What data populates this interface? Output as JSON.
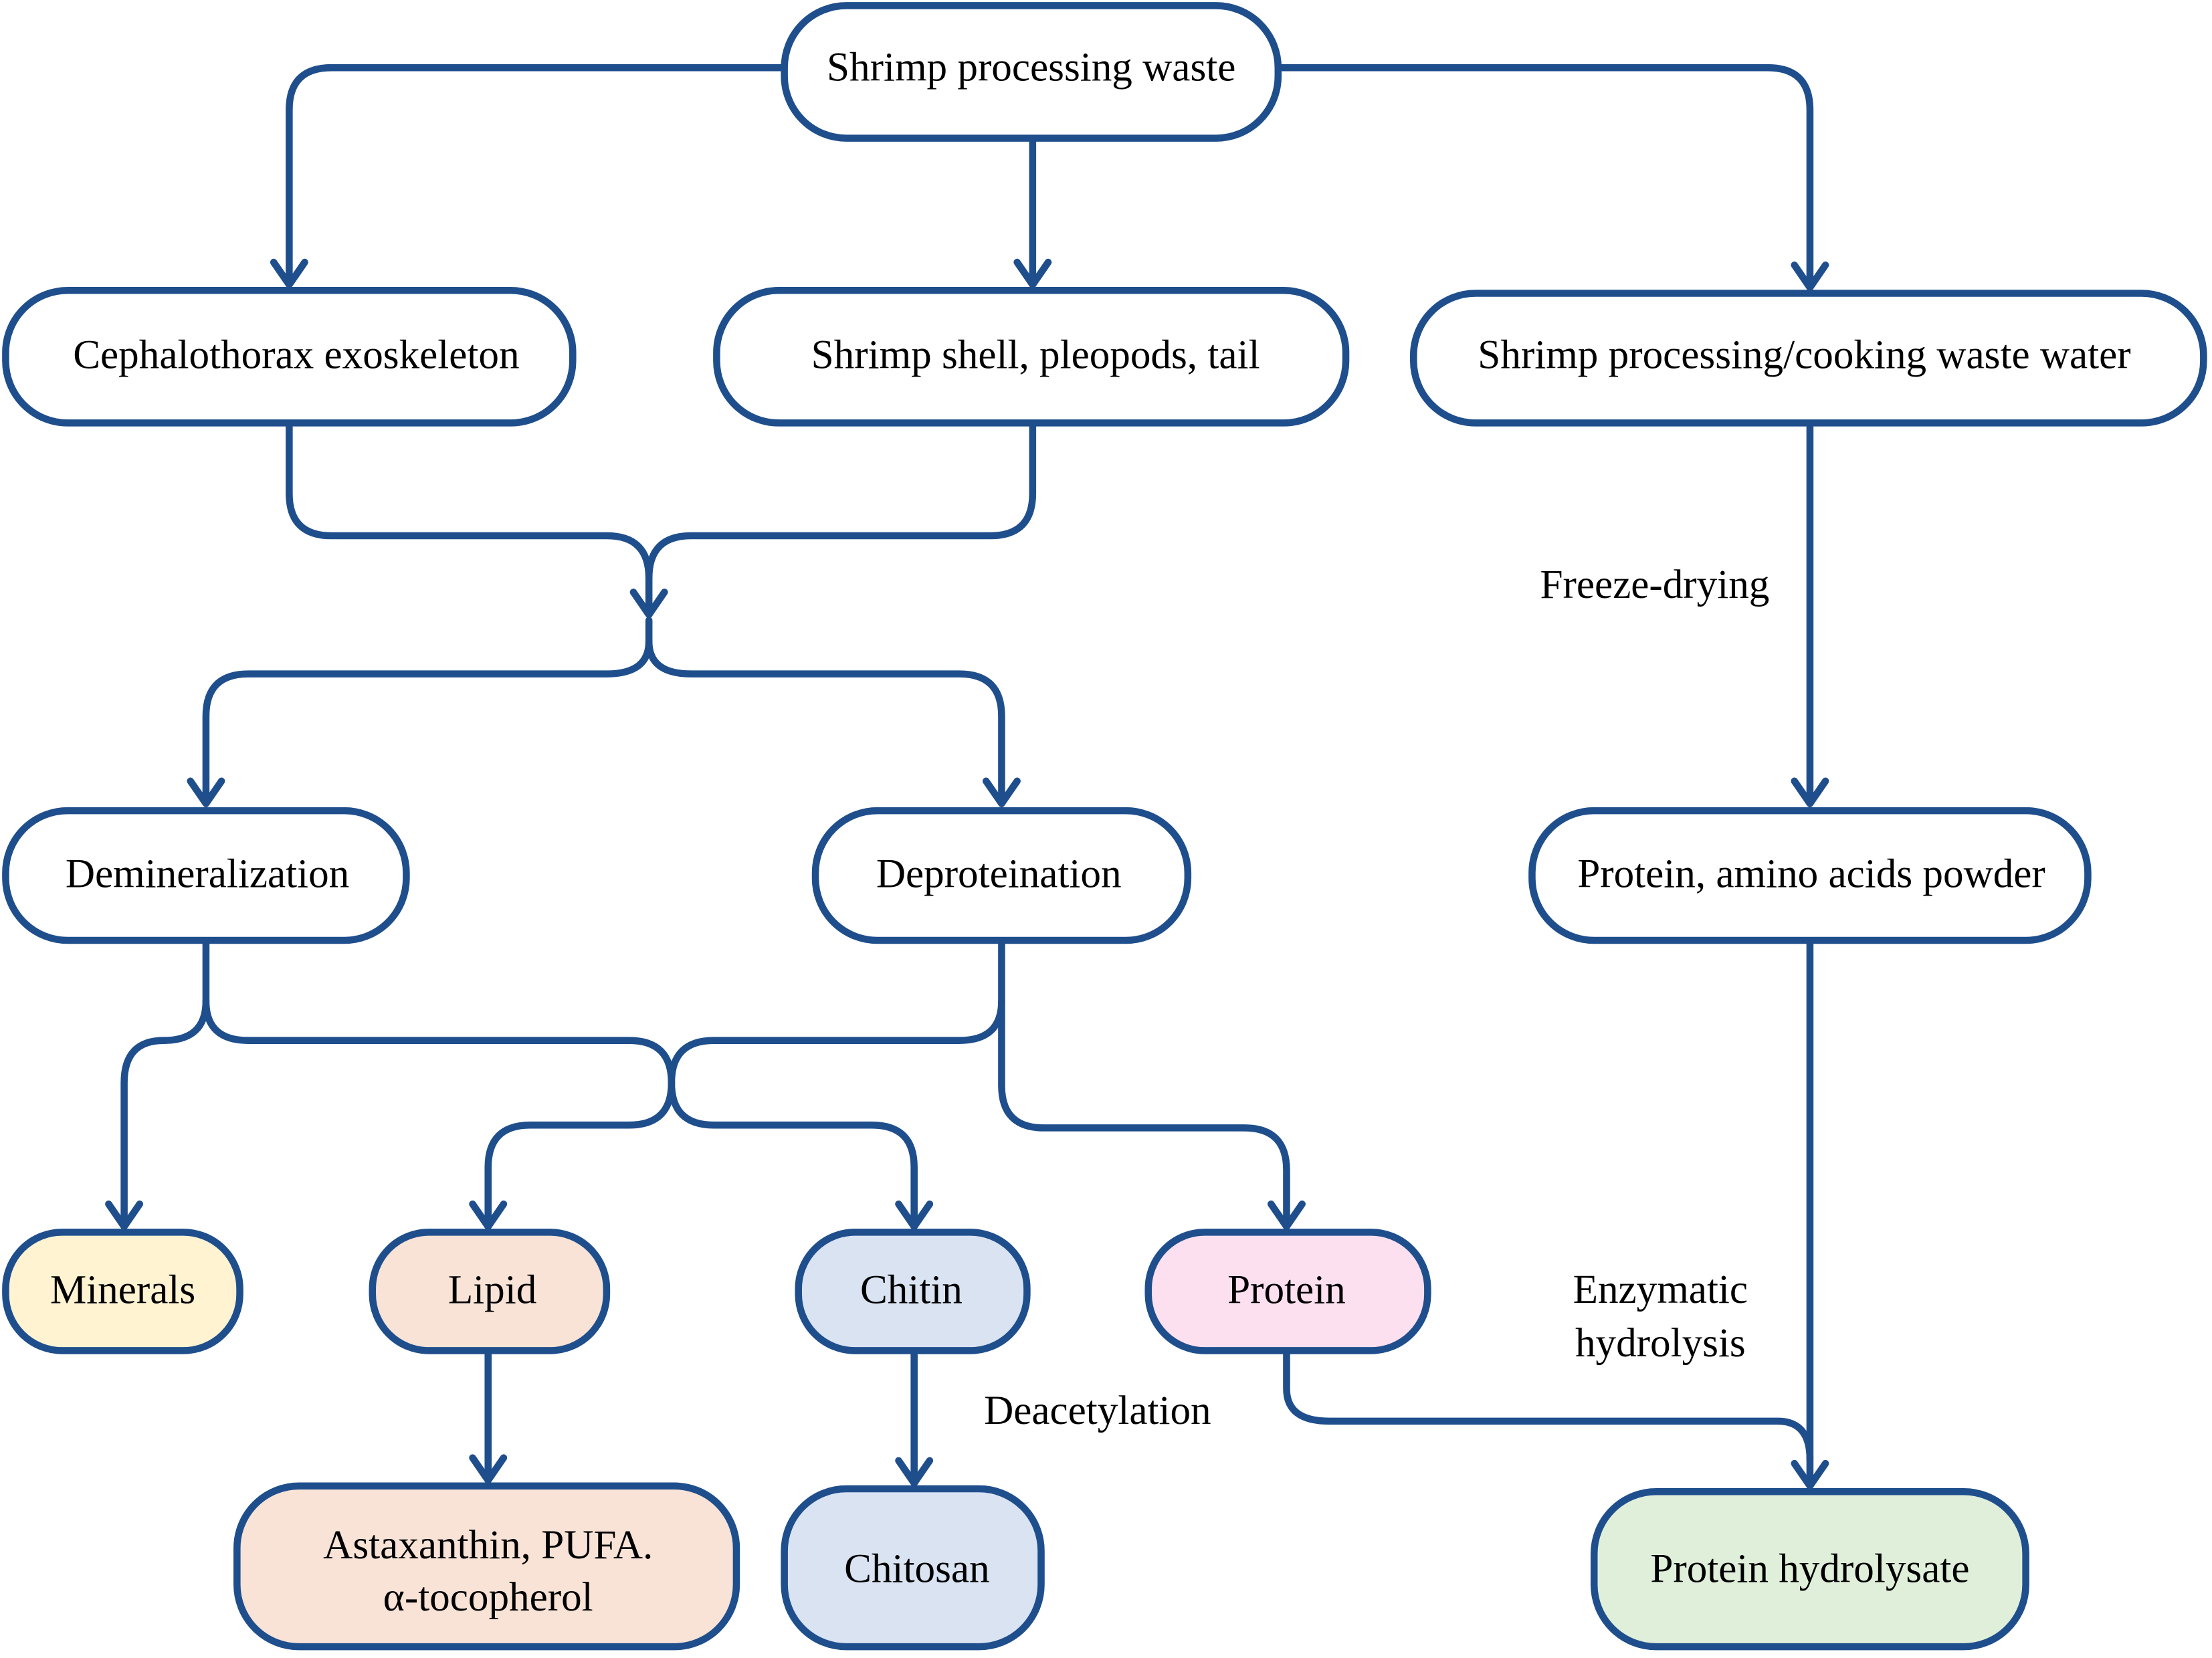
{
  "diagram": {
    "colors": {
      "stroke": "#1f4e8c",
      "default_fill": "#ffffff",
      "minerals_fill": "#fff3d1",
      "lipid_fill": "#f8e3d6",
      "chitin_fill": "#d9e3f2",
      "protein_fill": "#fde0f0",
      "hydrolysate_fill": "#e0efda"
    },
    "nodes": {
      "waste": "Shrimp processing waste",
      "cephalothorax": "Cephalothorax exoskeleton",
      "shell": "Shrimp shell, pleopods, tail",
      "waste_water": "Shrimp processing/cooking waste water",
      "demineralization": "Demineralization",
      "deproteination": "Deproteination",
      "powder": "Protein, amino acids powder",
      "minerals": "Minerals",
      "lipid": "Lipid",
      "chitin": "Chitin",
      "protein": "Protein",
      "astaxanthin_line1": "Astaxanthin, PUFA.",
      "astaxanthin_line2": "α-tocopherol",
      "chitosan": "Chitosan",
      "hydrolysate": "Protein hydrolysate"
    },
    "edge_labels": {
      "freeze_drying": "Freeze-drying",
      "enzymatic_line1": "Enzymatic",
      "enzymatic_line2": "hydrolysis",
      "deacetylation": "Deacetylation"
    }
  }
}
